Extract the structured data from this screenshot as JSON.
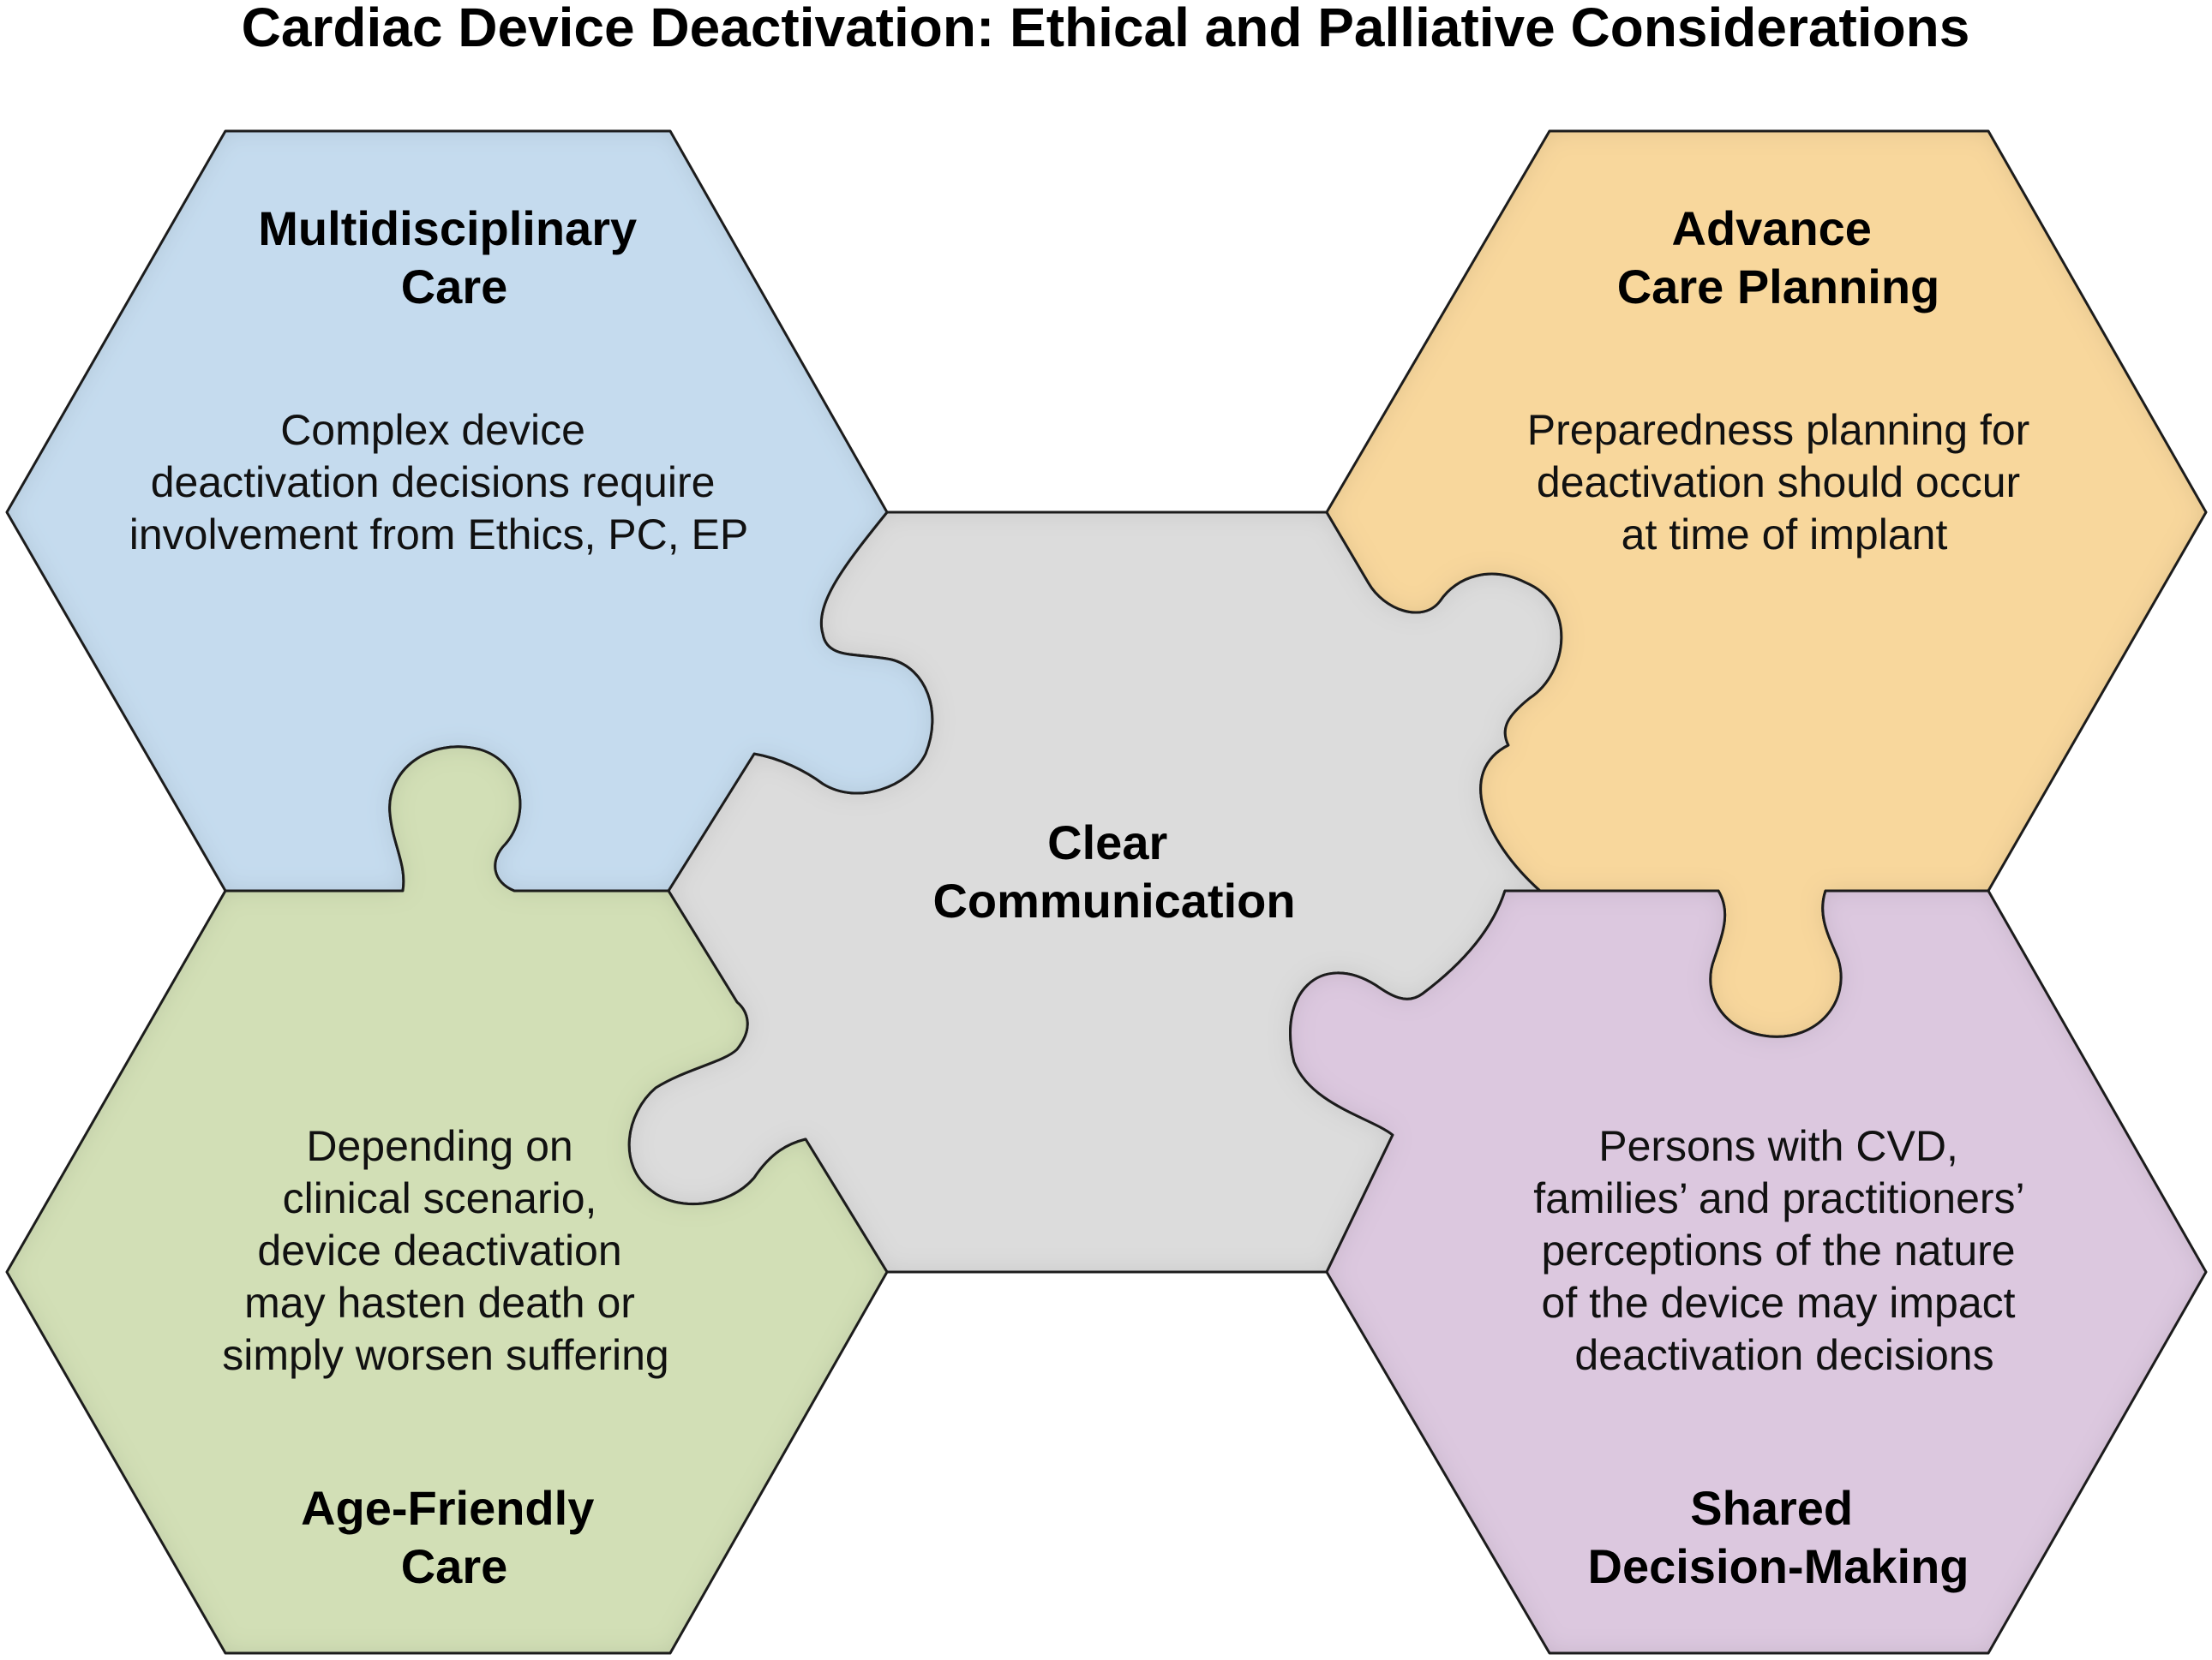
{
  "title": "Cardiac Device Deactivation: Ethical and Palliative Considerations",
  "pieces": {
    "multidisciplinary": {
      "heading": [
        "Multidisciplinary",
        "Care"
      ],
      "body": [
        "Complex device",
        "deactivation decisions require",
        "involvement from Ethics, PC, EP"
      ],
      "color": "#c5dbee"
    },
    "advance": {
      "heading": [
        "Advance",
        "Care Planning"
      ],
      "body": [
        "Preparedness planning for",
        "deactivation should occur",
        "at time of implant"
      ],
      "color": "#f8d79c"
    },
    "center": {
      "heading": [
        "Clear",
        "Communication"
      ],
      "color": "#dcdcdc"
    },
    "age_friendly": {
      "heading": [
        "Age-Friendly",
        "Care"
      ],
      "body": [
        "Depending on",
        "clinical scenario,",
        "device deactivation",
        "may hasten death or",
        "simply worsen suffering"
      ],
      "color": "#d2dfb6"
    },
    "shared": {
      "heading": [
        "Shared",
        "Decision-Making"
      ],
      "body": [
        "Persons with CVD,",
        "families’ and practitioners’",
        "perceptions of the nature",
        "of the device may impact",
        "deactivation decisions"
      ],
      "color": "#dcc8df"
    }
  },
  "outline_color": "#222222"
}
